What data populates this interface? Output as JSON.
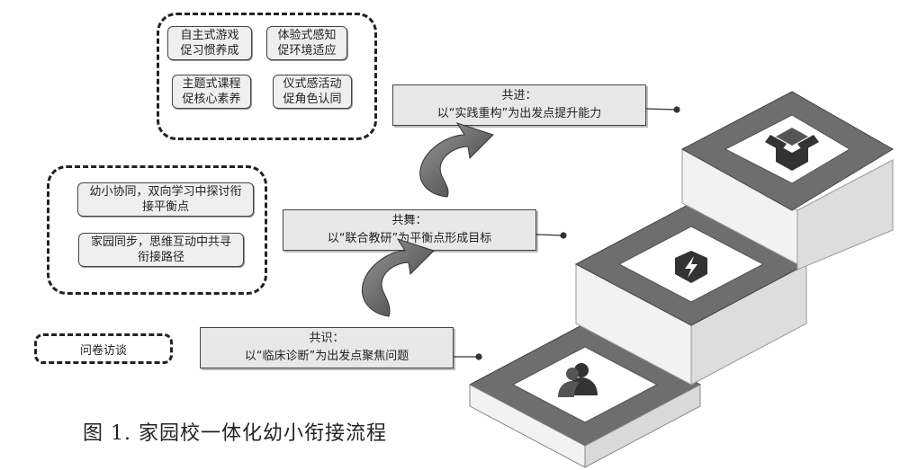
{
  "groups": {
    "top": {
      "items": [
        {
          "line1": "自主式游戏",
          "line2": "促习惯养成"
        },
        {
          "line1": "体验式感知",
          "line2": "促环境适应"
        },
        {
          "line1": "主题式课程",
          "line2": "促核心素养"
        },
        {
          "line1": "仪式感活动",
          "line2": "促角色认同"
        }
      ]
    },
    "middle": {
      "items": [
        {
          "line1": "幼小协同，双向学习中探讨衔",
          "line2": "接平衡点"
        },
        {
          "line1": "家园同步，思维互动中共寻",
          "line2": "衔接路径"
        }
      ]
    },
    "bottom": {
      "items": [
        {
          "line1": "问卷访谈"
        }
      ]
    }
  },
  "stages": [
    {
      "title": "共进：",
      "text": "以“实践重构”为出发点提升能力",
      "icon": "box-open-icon"
    },
    {
      "title": "共舞：",
      "text": "以“联合教研”为平衡点形成目标",
      "icon": "lightning-shield-icon"
    },
    {
      "title": "共识：",
      "text": "以“临床诊断”为出发点聚焦问题",
      "icon": "users-icon"
    }
  ],
  "caption": "图 1. 家园校一体化幼小衔接流程",
  "colors": {
    "step_top": "#6e6e6e",
    "step_side": "#f2f2f2",
    "step_front": "#d9d9d9",
    "panel": "#ffffff",
    "arrow": "#6b6b6b"
  }
}
